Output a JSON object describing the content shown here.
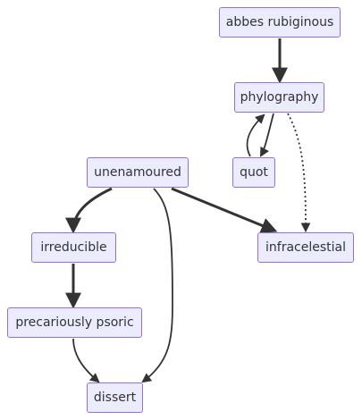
{
  "diagram": {
    "type": "flowchart",
    "nodes": [
      {
        "id": "abbes",
        "label": "abbes rubiginous"
      },
      {
        "id": "phylo",
        "label": "phylography"
      },
      {
        "id": "quot",
        "label": "quot"
      },
      {
        "id": "unen",
        "label": "unenamoured"
      },
      {
        "id": "infra",
        "label": "infracelestial"
      },
      {
        "id": "irred",
        "label": "irreducible"
      },
      {
        "id": "preca",
        "label": "precariously psoric"
      },
      {
        "id": "dissert",
        "label": "dissert"
      }
    ],
    "edges": [
      {
        "from": "abbes",
        "to": "phylo",
        "style": "thick"
      },
      {
        "from": "phylo",
        "to": "quot",
        "style": "normal"
      },
      {
        "from": "quot",
        "to": "phylo",
        "style": "normal"
      },
      {
        "from": "phylo",
        "to": "infra",
        "style": "dotted"
      },
      {
        "from": "unen",
        "to": "infra",
        "style": "thick"
      },
      {
        "from": "unen",
        "to": "irred",
        "style": "thick"
      },
      {
        "from": "unen",
        "to": "dissert",
        "style": "normal"
      },
      {
        "from": "irred",
        "to": "preca",
        "style": "thick"
      },
      {
        "from": "preca",
        "to": "dissert",
        "style": "normal"
      }
    ],
    "colors": {
      "node_fill": "#ECECFF",
      "node_border": "#9370DB",
      "edge": "#333333",
      "text": "#333333"
    }
  }
}
